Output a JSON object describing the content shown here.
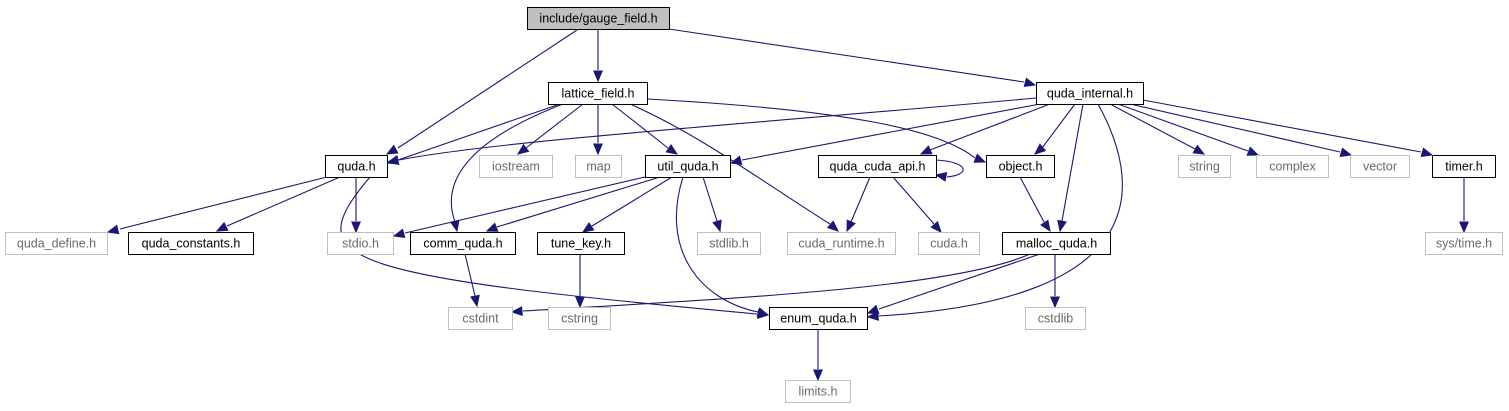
{
  "colors": {
    "edge": "#191970",
    "node_border": "#000000",
    "external_border": "#bfbfbf",
    "root_fill": "#bfbfbf"
  },
  "diagram": {
    "nodes": [
      {
        "id": "gauge_field",
        "label": "include/gauge_field.h",
        "kind": "root"
      },
      {
        "id": "lattice_field",
        "label": "lattice_field.h",
        "kind": "documented"
      },
      {
        "id": "quda_internal",
        "label": "quda_internal.h",
        "kind": "documented"
      },
      {
        "id": "quda",
        "label": "quda.h",
        "kind": "documented"
      },
      {
        "id": "iostream",
        "label": "iostream",
        "kind": "external"
      },
      {
        "id": "map",
        "label": "map",
        "kind": "external"
      },
      {
        "id": "util_quda",
        "label": "util_quda.h",
        "kind": "documented"
      },
      {
        "id": "quda_cuda_api",
        "label": "quda_cuda_api.h",
        "kind": "documented"
      },
      {
        "id": "object",
        "label": "object.h",
        "kind": "documented"
      },
      {
        "id": "string",
        "label": "string",
        "kind": "external"
      },
      {
        "id": "complex",
        "label": "complex",
        "kind": "external"
      },
      {
        "id": "vector",
        "label": "vector",
        "kind": "external"
      },
      {
        "id": "timer",
        "label": "timer.h",
        "kind": "documented"
      },
      {
        "id": "quda_define",
        "label": "quda_define.h",
        "kind": "external"
      },
      {
        "id": "quda_constants",
        "label": "quda_constants.h",
        "kind": "documented"
      },
      {
        "id": "stdio",
        "label": "stdio.h",
        "kind": "external"
      },
      {
        "id": "comm_quda",
        "label": "comm_quda.h",
        "kind": "documented"
      },
      {
        "id": "tune_key",
        "label": "tune_key.h",
        "kind": "documented"
      },
      {
        "id": "stdlib",
        "label": "stdlib.h",
        "kind": "external"
      },
      {
        "id": "cuda_runtime",
        "label": "cuda_runtime.h",
        "kind": "external"
      },
      {
        "id": "cuda",
        "label": "cuda.h",
        "kind": "external"
      },
      {
        "id": "malloc_quda",
        "label": "malloc_quda.h",
        "kind": "documented"
      },
      {
        "id": "sys_time",
        "label": "sys/time.h",
        "kind": "external"
      },
      {
        "id": "cstdint",
        "label": "cstdint",
        "kind": "external"
      },
      {
        "id": "cstring",
        "label": "cstring",
        "kind": "external"
      },
      {
        "id": "enum_quda",
        "label": "enum_quda.h",
        "kind": "documented"
      },
      {
        "id": "cstdlib",
        "label": "cstdlib",
        "kind": "external"
      },
      {
        "id": "limits",
        "label": "limits.h",
        "kind": "external"
      }
    ],
    "edges": [
      {
        "from": "gauge_field",
        "to": "lattice_field"
      },
      {
        "from": "gauge_field",
        "to": "quda"
      },
      {
        "from": "gauge_field",
        "to": "quda_internal"
      },
      {
        "from": "lattice_field",
        "to": "quda"
      },
      {
        "from": "lattice_field",
        "to": "iostream"
      },
      {
        "from": "lattice_field",
        "to": "map"
      },
      {
        "from": "lattice_field",
        "to": "util_quda"
      },
      {
        "from": "lattice_field",
        "to": "comm_quda"
      },
      {
        "from": "lattice_field",
        "to": "cuda_runtime"
      },
      {
        "from": "lattice_field",
        "to": "object"
      },
      {
        "from": "quda_internal",
        "to": "quda"
      },
      {
        "from": "quda_internal",
        "to": "util_quda"
      },
      {
        "from": "quda_internal",
        "to": "quda_cuda_api"
      },
      {
        "from": "quda_internal",
        "to": "object"
      },
      {
        "from": "quda_internal",
        "to": "malloc_quda"
      },
      {
        "from": "quda_internal",
        "to": "enum_quda"
      },
      {
        "from": "quda_internal",
        "to": "string"
      },
      {
        "from": "quda_internal",
        "to": "complex"
      },
      {
        "from": "quda_internal",
        "to": "vector"
      },
      {
        "from": "quda_internal",
        "to": "timer"
      },
      {
        "from": "quda",
        "to": "quda_define"
      },
      {
        "from": "quda",
        "to": "quda_constants"
      },
      {
        "from": "quda",
        "to": "stdio"
      },
      {
        "from": "quda",
        "to": "enum_quda"
      },
      {
        "from": "util_quda",
        "to": "stdio"
      },
      {
        "from": "util_quda",
        "to": "comm_quda"
      },
      {
        "from": "util_quda",
        "to": "tune_key"
      },
      {
        "from": "util_quda",
        "to": "stdlib"
      },
      {
        "from": "util_quda",
        "to": "enum_quda"
      },
      {
        "from": "quda_cuda_api",
        "to": "quda_cuda_api"
      },
      {
        "from": "quda_cuda_api",
        "to": "cuda_runtime"
      },
      {
        "from": "quda_cuda_api",
        "to": "cuda"
      },
      {
        "from": "object",
        "to": "malloc_quda"
      },
      {
        "from": "timer",
        "to": "sys_time"
      },
      {
        "from": "comm_quda",
        "to": "cstdint"
      },
      {
        "from": "tune_key",
        "to": "cstring"
      },
      {
        "from": "malloc_quda",
        "to": "cstdint"
      },
      {
        "from": "malloc_quda",
        "to": "enum_quda"
      },
      {
        "from": "malloc_quda",
        "to": "cstdlib"
      },
      {
        "from": "enum_quda",
        "to": "limits"
      }
    ]
  }
}
